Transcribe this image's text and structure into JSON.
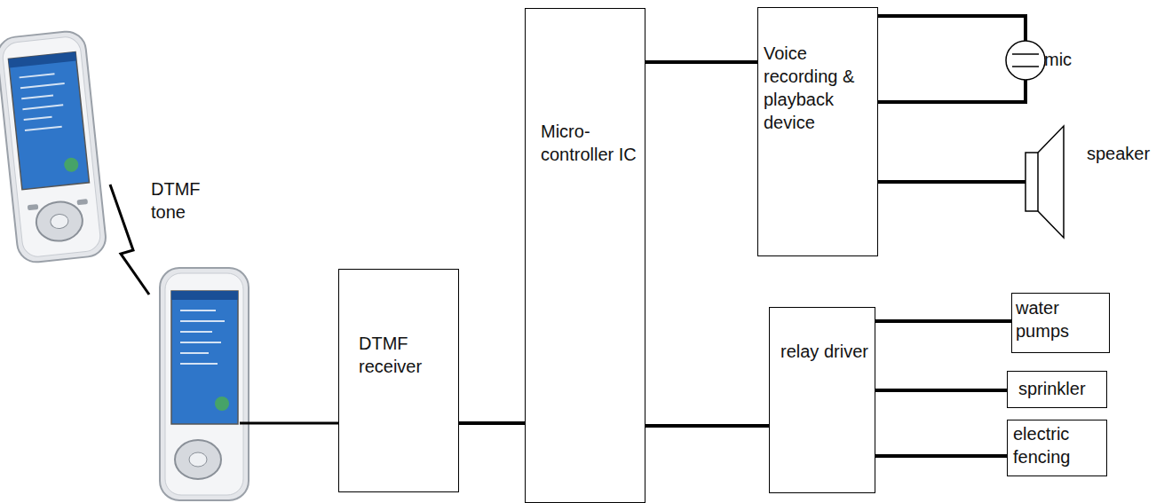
{
  "diagram": {
    "nodes": [
      {
        "text": [
          "DTMF receiver"
        ]
      },
      {
        "text": [
          "Micro-controller IC"
        ]
      },
      {
        "text": [
          "Voice recording & playback device"
        ]
      },
      {
        "text": [
          "relay driver"
        ]
      },
      {
        "text": [
          "water pumps"
        ]
      },
      {
        "text": [
          "sprinkler"
        ]
      },
      {
        "text": [
          "electric fencing"
        ]
      }
    ],
    "edges": [
      {
        "from": 0,
        "to": 1,
        "arrow": "none"
      },
      {
        "from": 1,
        "to": 2,
        "arrow": "none"
      },
      {
        "from": 1,
        "to": 3,
        "arrow": "none"
      },
      {
        "from": 3,
        "to": 4,
        "arrow": "none"
      },
      {
        "from": 3,
        "to": 5,
        "arrow": "none"
      },
      {
        "from": 3,
        "to": 6,
        "arrow": "none"
      }
    ],
    "labels": [
      "DTMF tone",
      "mic",
      "speaker"
    ]
  }
}
